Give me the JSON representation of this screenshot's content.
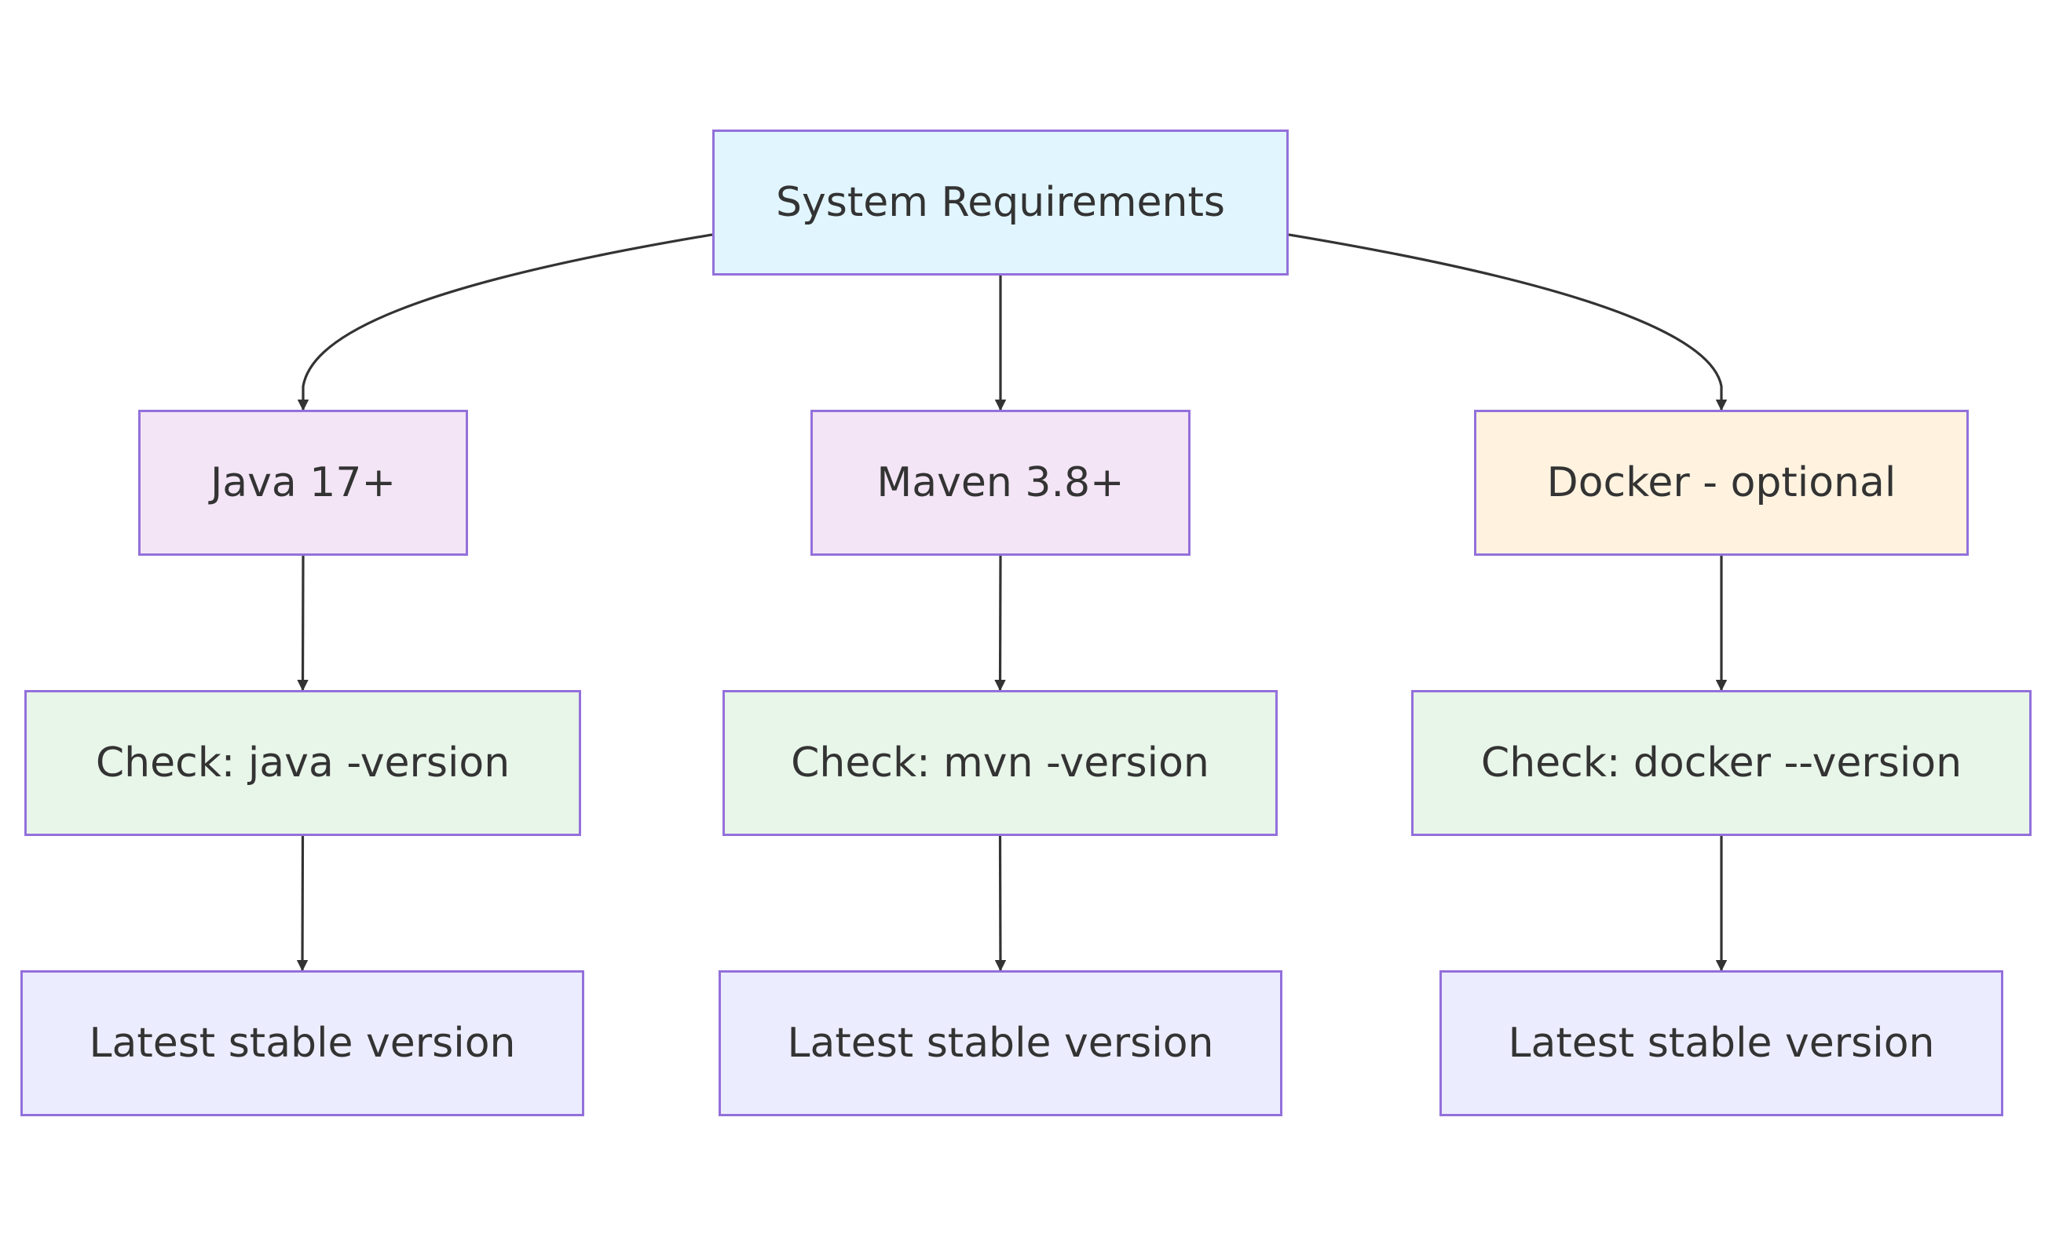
{
  "diagram": {
    "colors": {
      "root_fill": "#e1f5fe",
      "tool_fill": "#f3e5f5",
      "optional_fill": "#fff3e0",
      "check_fill": "#e8f5e9",
      "version_fill": "#ececff",
      "border": "#9370db",
      "edge": "#333333",
      "text": "#333333"
    },
    "nodes": {
      "root": "System Requirements",
      "java": "Java 17+",
      "maven": "Maven 3.8+",
      "docker": "Docker - optional",
      "java_check": "Check: java -version",
      "maven_check": "Check: mvn -version",
      "docker_check": "Check: docker --version",
      "java_version": "Latest stable version",
      "maven_version": "Latest stable version",
      "docker_version": "Latest stable version"
    },
    "edges": [
      {
        "from": "root",
        "to": "java"
      },
      {
        "from": "root",
        "to": "maven"
      },
      {
        "from": "root",
        "to": "docker"
      },
      {
        "from": "java",
        "to": "java_check"
      },
      {
        "from": "maven",
        "to": "maven_check"
      },
      {
        "from": "docker",
        "to": "docker_check"
      },
      {
        "from": "java_check",
        "to": "java_version"
      },
      {
        "from": "maven_check",
        "to": "maven_version"
      },
      {
        "from": "docker_check",
        "to": "docker_version"
      }
    ]
  }
}
